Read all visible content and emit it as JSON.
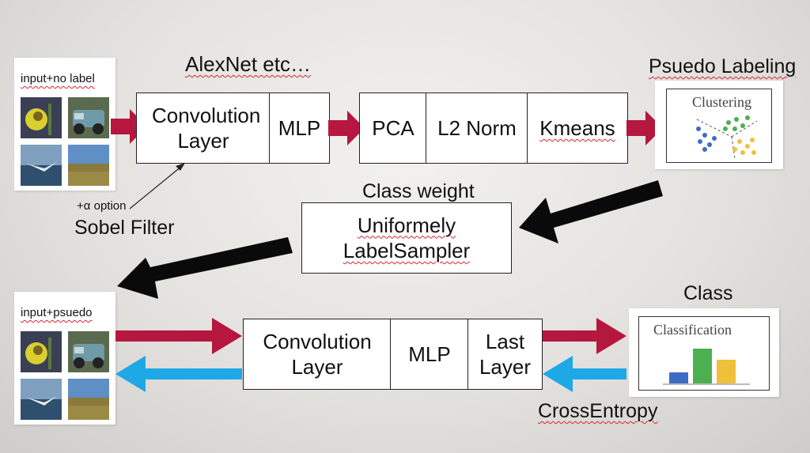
{
  "top": {
    "input_label": "input+no label",
    "model_caption": "AlexNet etc…",
    "conv_label": "Convolution Layer",
    "mlp_label": "MLP",
    "pca_label": "PCA",
    "l2_label": "L2 Norm",
    "kmeans_label": "Kmeans",
    "pseudo_caption": "Psuedo Labeling",
    "clustering_title": "Clustering",
    "option_label": "+α option",
    "sobel_label": "Sobel Filter"
  },
  "middle": {
    "class_weight_caption": "Class weight",
    "sampler_line1": "Uniformely",
    "sampler_line2": "LabelSampler"
  },
  "bottom": {
    "input_label": "input+psuedo",
    "conv_line1": "Convolution",
    "conv_line2": "Layer",
    "mlp_label": "MLP",
    "last_line1": "Last",
    "last_line2": "Layer",
    "class_caption": "Class",
    "classification_title": "Classification",
    "loss_label": "CrossEntropy"
  },
  "colors": {
    "forward_arrow": "#b5173f",
    "backward_arrow": "#1ea8e6",
    "flow_arrow": "#0a0a0a",
    "bar_blue": "#3d6cc4",
    "bar_green": "#4caf50",
    "bar_yellow": "#f0c03a"
  },
  "thumbnails": [
    "flower-photo",
    "vintage-car-photo",
    "bird-over-water-photo",
    "grassland-photo"
  ]
}
